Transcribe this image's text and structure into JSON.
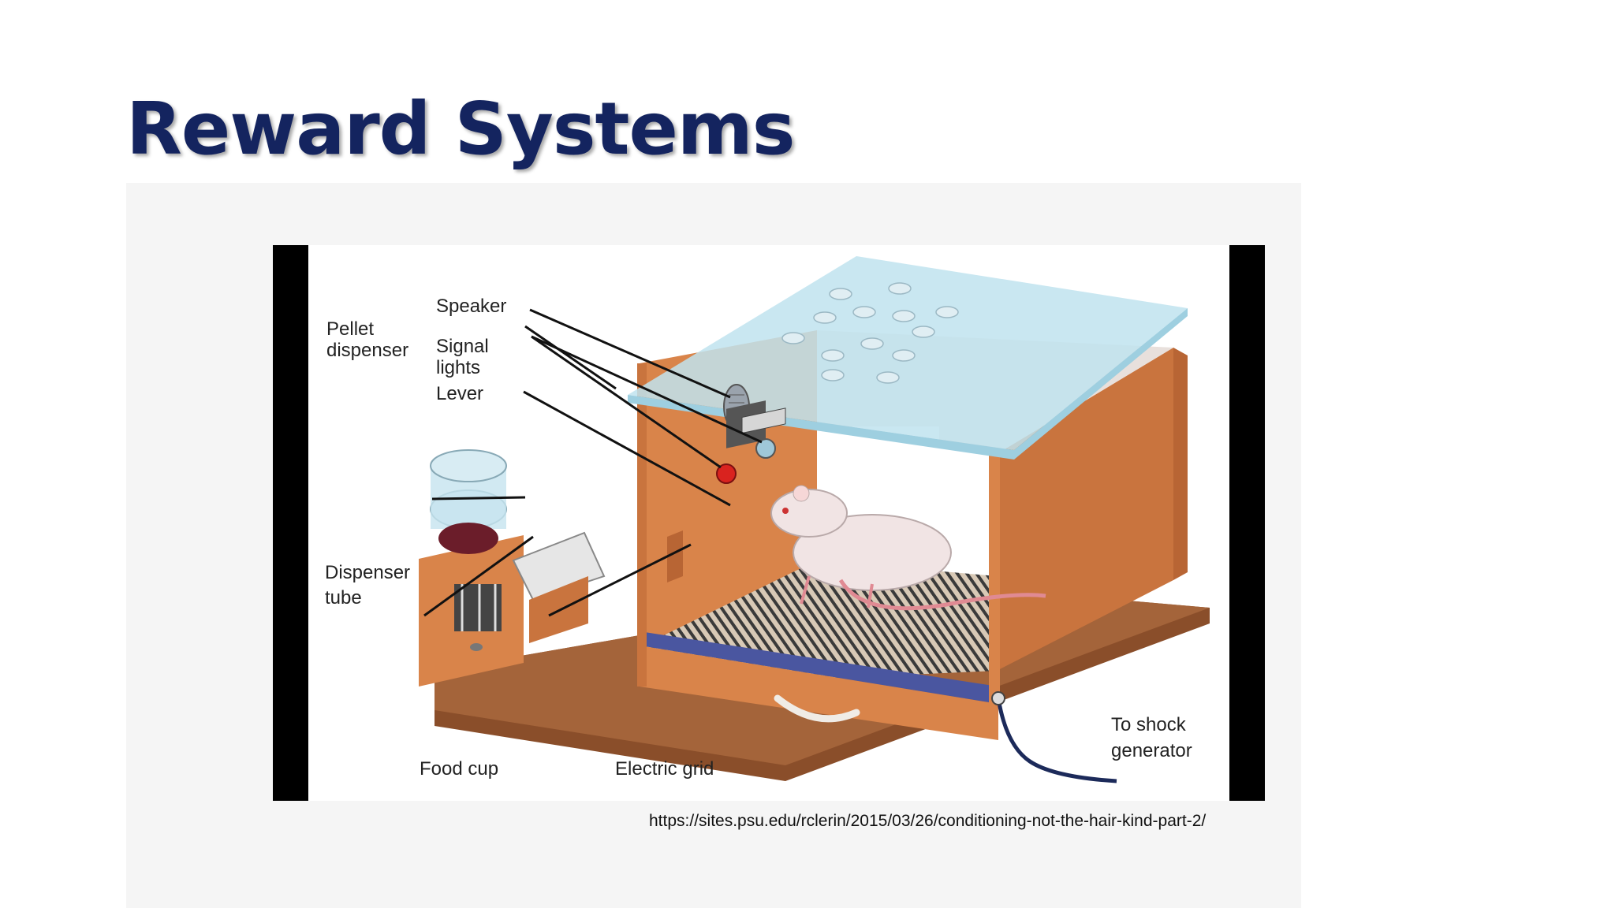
{
  "slide": {
    "title": "Reward Systems",
    "source_url": "https://sites.psu.edu/rclerin/2015/03/26/conditioning-not-the-hair-kind-part-2/"
  },
  "figure": {
    "labels": {
      "speaker": "Speaker",
      "pellet_line1": "Pellet",
      "pellet_line2": "dispenser",
      "signal_line1": "Signal",
      "signal_line2": "lights",
      "lever": "Lever",
      "dispenser_line1": "Dispenser",
      "dispenser_line2": "tube",
      "food_cup": "Food cup",
      "electric_grid": "Electric grid",
      "shock_line1": "To shock",
      "shock_line2": "generator"
    }
  },
  "colors": {
    "title": "#14245f",
    "box_wood": "#d9844a",
    "glass": "#bfe3ee",
    "grid_rail": "#4a56a0"
  }
}
